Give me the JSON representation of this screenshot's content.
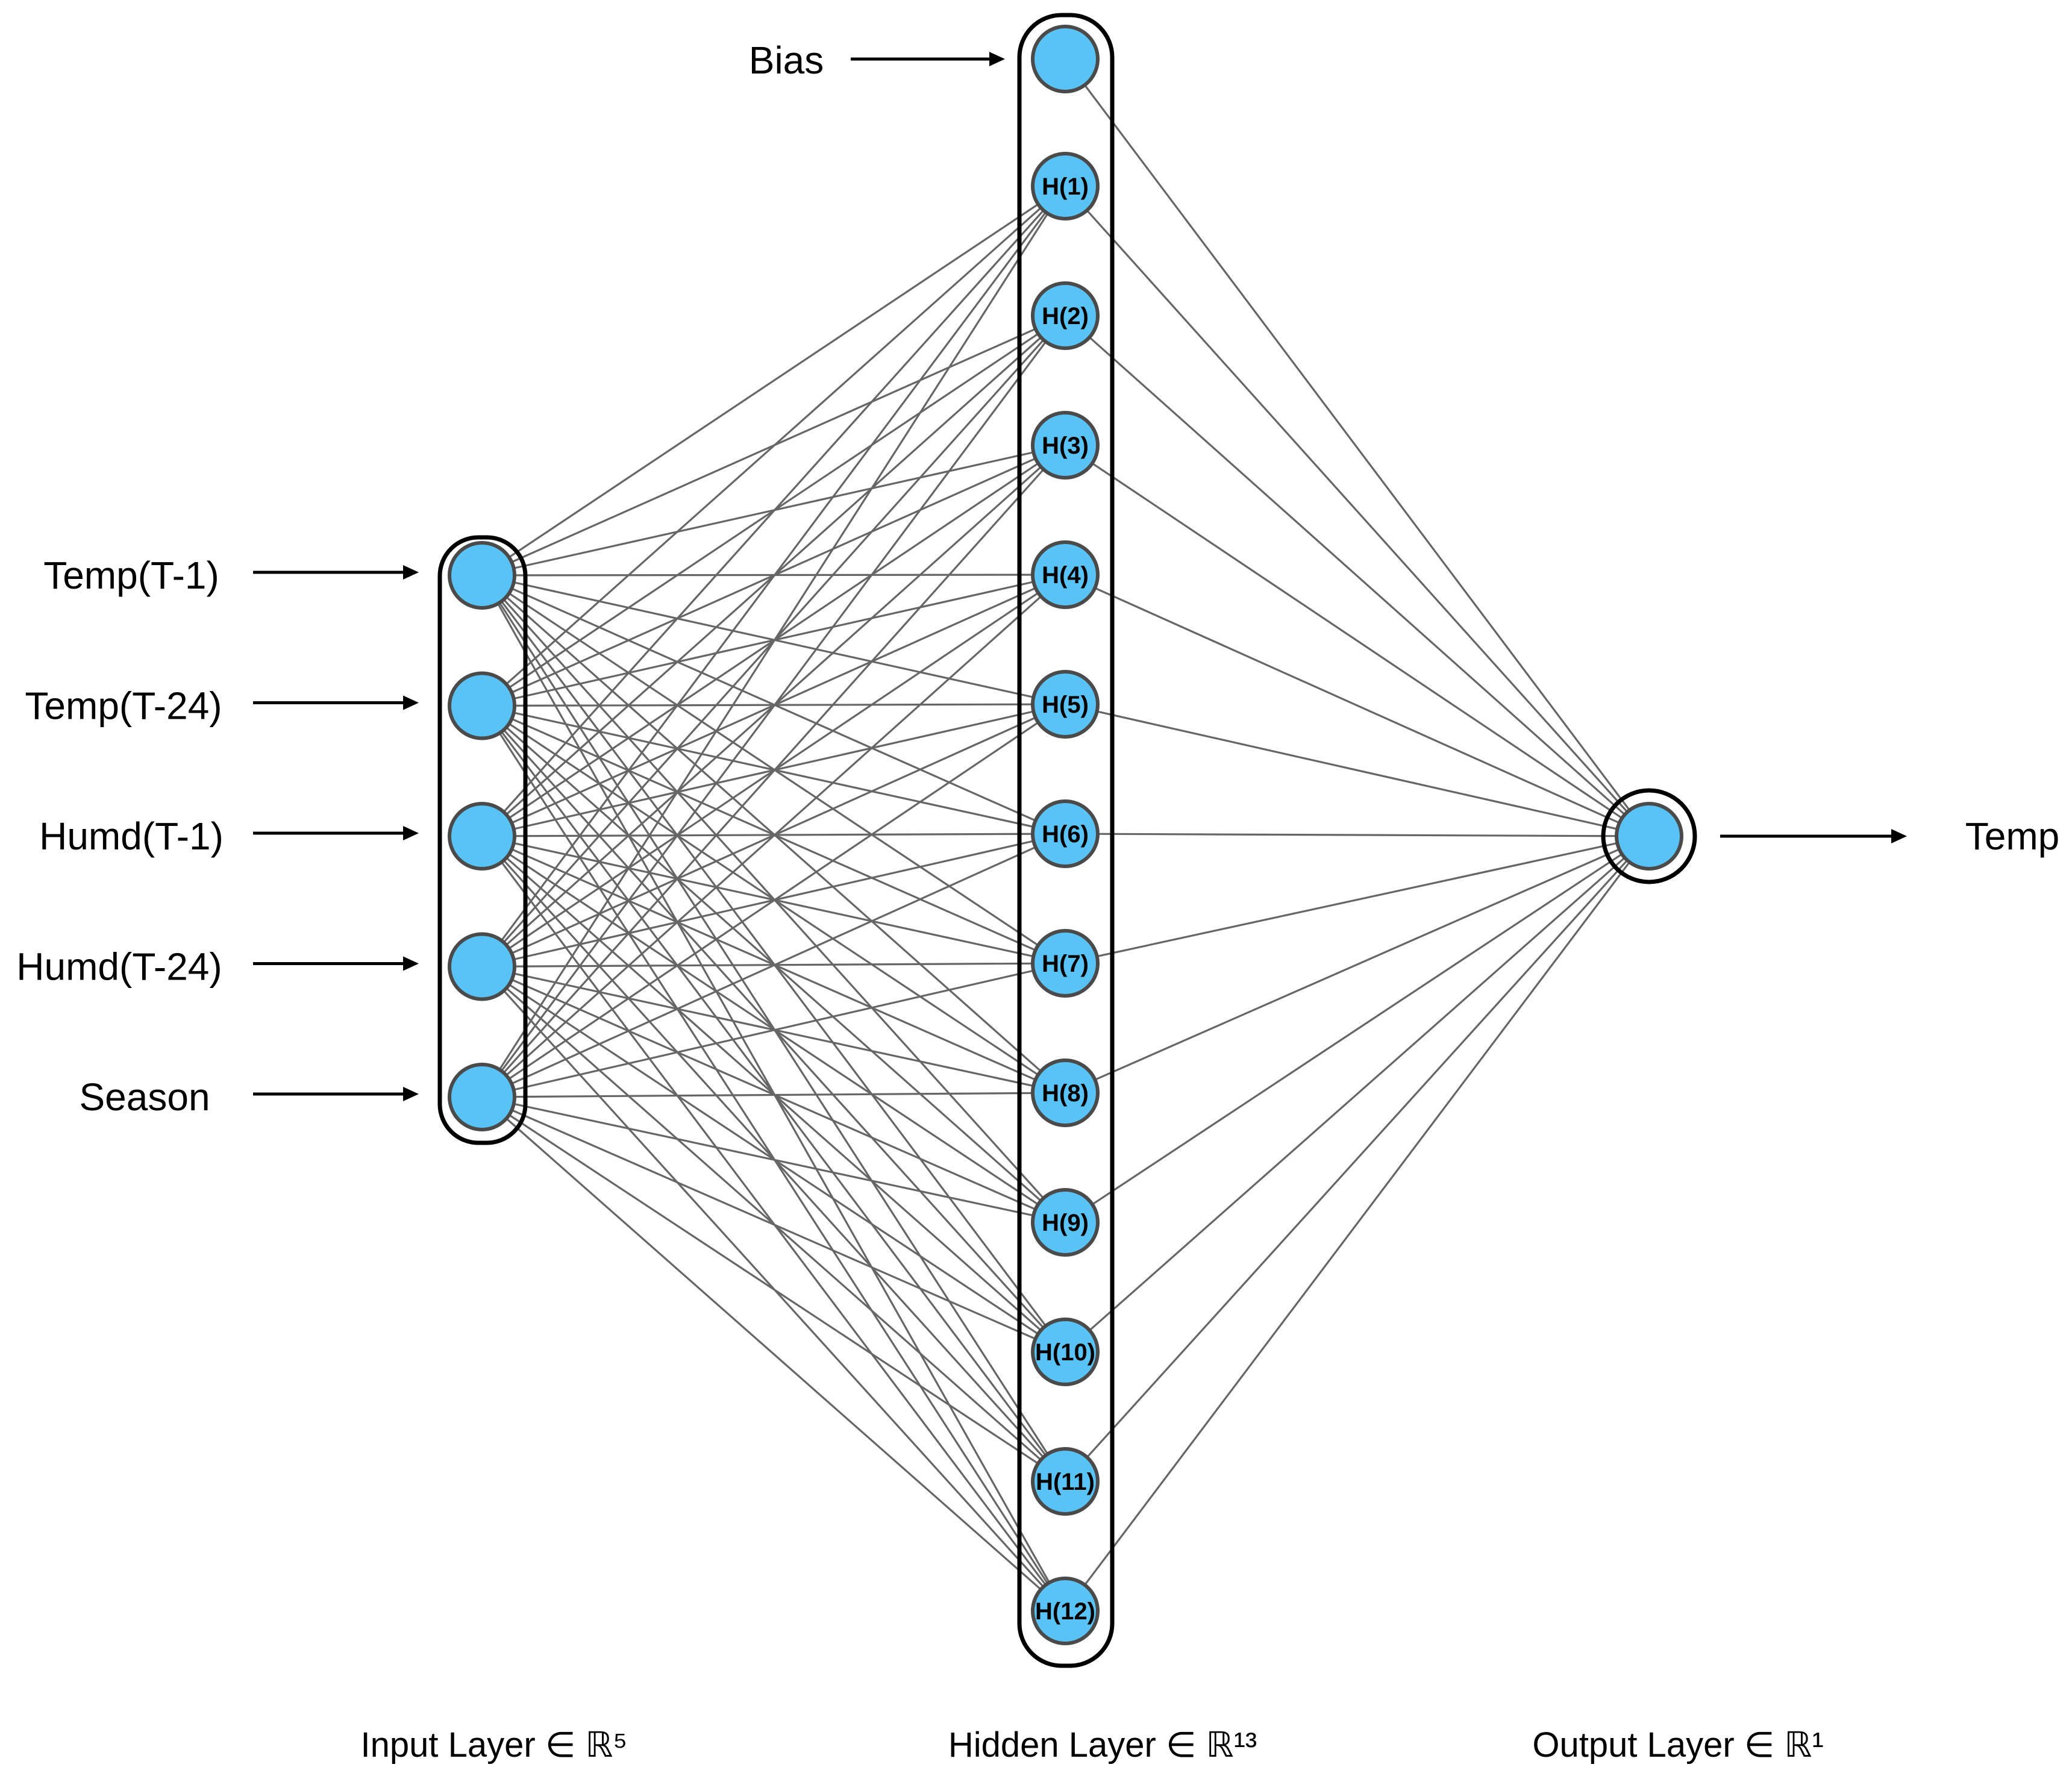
{
  "input_layer": {
    "title": "Input Layer ∈ ℝ⁵",
    "inputs": [
      "Temp(T-1)",
      "Temp(T-24)",
      "Humd(T-1)",
      "Humd(T-24)",
      "Season"
    ]
  },
  "hidden_layer": {
    "title": "Hidden Layer ∈ ℝ¹³",
    "bias_label": "Bias",
    "neurons": [
      "H(1)",
      "H(2)",
      "H(3)",
      "H(4)",
      "H(5)",
      "H(6)",
      "H(7)",
      "H(8)",
      "H(9)",
      "H(10)",
      "H(11)",
      "H(12)"
    ]
  },
  "output_layer": {
    "title": "Output Layer ∈ ℝ¹",
    "output_label": "Temp"
  },
  "colors": {
    "neuron_fill": "#5ac3f5",
    "neuron_stroke": "#4a4a4a",
    "edge": "#666666"
  }
}
